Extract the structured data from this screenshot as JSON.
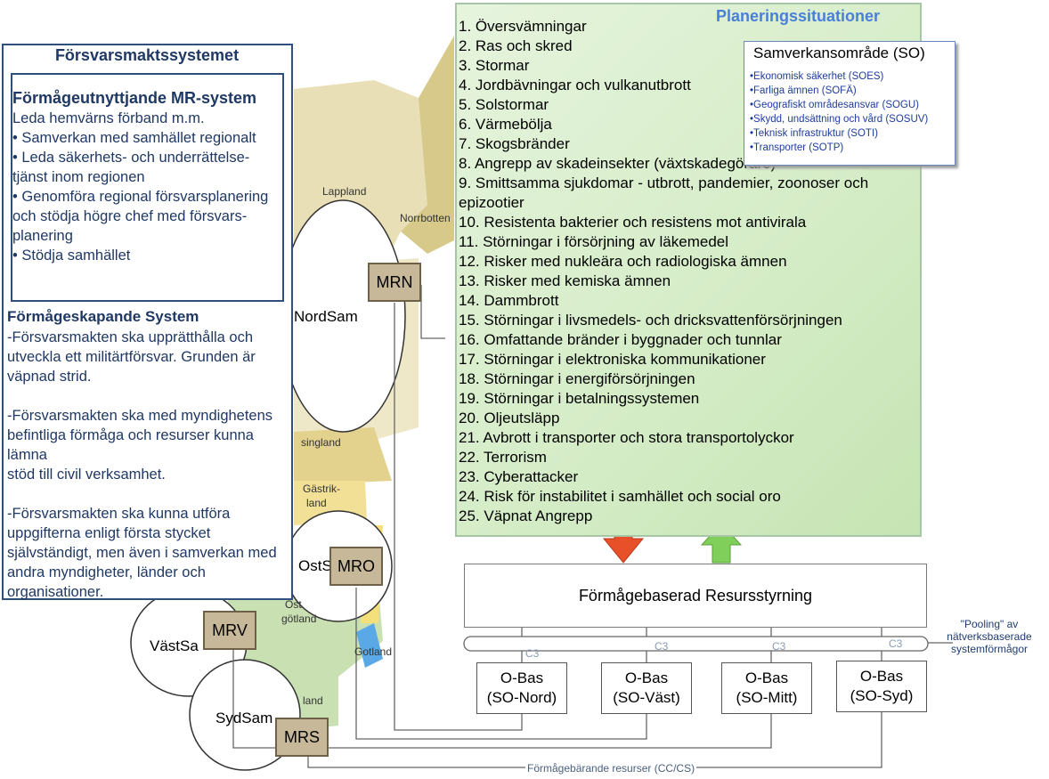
{
  "left_panel": {
    "title": "Försvarsmaktssystemet",
    "mr_heading": "Förmågeutnyttjande MR-system",
    "mr_lines": [
      "Leda hemvärns förband m.m.",
      "• Samverkan med samhället regionalt",
      "• Leda säkerhets- och underrättelse- tjänst   inom regionen",
      "• Genomföra regional försvarsplanering och stödja högre chef med försvars-planering",
      "• Stödja samhället"
    ],
    "cap_heading": "Förmågeskapande System",
    "cap_text": "-Försvarsmakten ska upprätthålla och utveckla ett militärtförsvar. Grunden är väpnad strid.\n\n-Försvarsmakten ska med myndighetens       befintliga förmåga och resurser kunna lämna\nstöd till civil verksamhet.\n\n-Försvarsmakten ska kunna utföra uppgifterna enligt första stycket självständigt, men även i samverkan med andra myndigheter, länder och organisationer."
  },
  "planning": {
    "title": "Planeringssituationer",
    "items": [
      "1. Översvämningar",
      "2. Ras och skred",
      "3. Stormar",
      "4. Jordbävningar och vulkanutbrott",
      "5. Solstormar",
      "6. Värmebölja",
      "7. Skogsbränder",
      "8. Angrepp av skadeinsekter (växtskadegörare)",
      "9. Smittsamma sjukdomar - utbrott, pandemier, zoonoser och epizootier",
      "10. Resistenta bakterier och resistens mot antivirala",
      "11. Störningar i försörjning av läkemedel",
      "12. Risker med nukleära och radiologiska ämnen",
      "13. Risker med kemiska ämnen",
      "14. Dammbrott",
      "15. Störningar i livsmedels- och dricksvattenförsörjningen",
      "16. Omfattande bränder i byggnader och tunnlar",
      "17. Störningar i elektroniska kommunikationer",
      "18. Störningar i energiförsörjningen",
      "19. Störningar i betalningssystemen",
      "20. Oljeutsläpp",
      "21. Avbrott i transporter och stora transportolyckor",
      "22. Terrorism",
      "23. Cyberattacker",
      "24. Risk för instabilitet i samhället och social oro",
      "25. Väpnat Angrepp"
    ]
  },
  "so_box": {
    "title": "Samverkansområde (SO)",
    "items": [
      "Ekonomisk säkerhet (SOES)",
      "Farliga ämnen (SOFÄ)",
      "Geografiskt områdesansvar (SOGU)",
      "Skydd, undsättning och vård (SOSUV)",
      "Teknisk infrastruktur (SOTI)",
      "Transporter (SOTP)"
    ]
  },
  "resource_box": "Förmågebaserad Resursstyrning",
  "obas": [
    {
      "line1": "O-Bas",
      "line2": "(SO-Nord)"
    },
    {
      "line1": "O-Bas",
      "line2": "(SO-Väst)"
    },
    {
      "line1": "O-Bas",
      "line2": "(SO-Mitt)"
    },
    {
      "line1": "O-Bas",
      "line2": "(SO-Syd)"
    }
  ],
  "c3_label": "C3",
  "pooling": "\"Pooling\" av nätverksbaserade systemförmågor",
  "bottom_label": "Förmågebärande resurser (CC/CS)",
  "mr_units": {
    "mrn": "MRN",
    "mro": "MRO",
    "mrv": "MRV",
    "mrs": "MRS"
  },
  "regions": {
    "nord": "NordSam",
    "ost": "OstS",
    "vast": "VästSa",
    "syd": "SydSam"
  },
  "map_labels": {
    "lappland": "Lappland",
    "norrbotten": "Norrbotten",
    "halsingland": "singland",
    "gastrikland_1": "Gästrik-",
    "gastrikland_2": "land",
    "ostergotland_1": "Öst",
    "ostergotland_2": "götland",
    "gotland": "Gotland",
    "smaland": "land"
  },
  "colors": {
    "arrow_down": "#e8502a",
    "arrow_up": "#7fcf5a",
    "green_panel": "#d4ecc6",
    "title_blue": "#4a7fd8",
    "mr_box": "#c8b89a"
  }
}
